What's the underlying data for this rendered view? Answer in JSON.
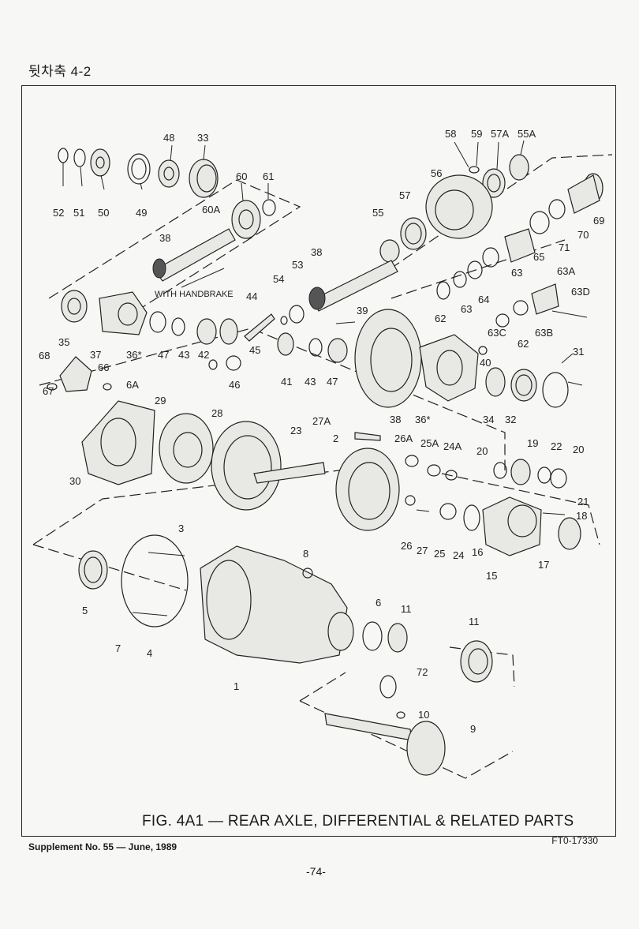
{
  "header": {
    "section": "뒷차축  4-2"
  },
  "figure": {
    "caption": "FIG. 4A1 — REAR AXLE, DIFFERENTIAL & RELATED PARTS",
    "note_handbrake": "WITH HANDBRAKE",
    "code": "FT0-17330"
  },
  "footer": {
    "supplement": "Supplement No. 55 — June, 1989",
    "page_number": "-74-"
  },
  "callouts": [
    "48",
    "33",
    "52",
    "51",
    "50",
    "49",
    "60",
    "61",
    "60A",
    "38",
    "58",
    "59",
    "57A",
    "55A",
    "56",
    "57",
    "55",
    "69",
    "70",
    "71",
    "65",
    "63",
    "63A",
    "63D",
    "62",
    "63",
    "64",
    "63B",
    "63C",
    "62",
    "38",
    "53",
    "54",
    "39",
    "44",
    "35",
    "37",
    "36*",
    "47",
    "43",
    "42",
    "45",
    "46",
    "68",
    "66",
    "6A",
    "67",
    "29",
    "28",
    "30",
    "41",
    "43",
    "47",
    "38",
    "36*",
    "40",
    "31",
    "34",
    "32",
    "27A",
    "23",
    "2",
    "26A",
    "25A",
    "24A",
    "20",
    "19",
    "22",
    "20",
    "21",
    "18",
    "26",
    "27",
    "25",
    "24",
    "16",
    "15",
    "17",
    "3",
    "8",
    "5",
    "7",
    "4",
    "1",
    "6",
    "11",
    "11",
    "72",
    "10",
    "9"
  ]
}
